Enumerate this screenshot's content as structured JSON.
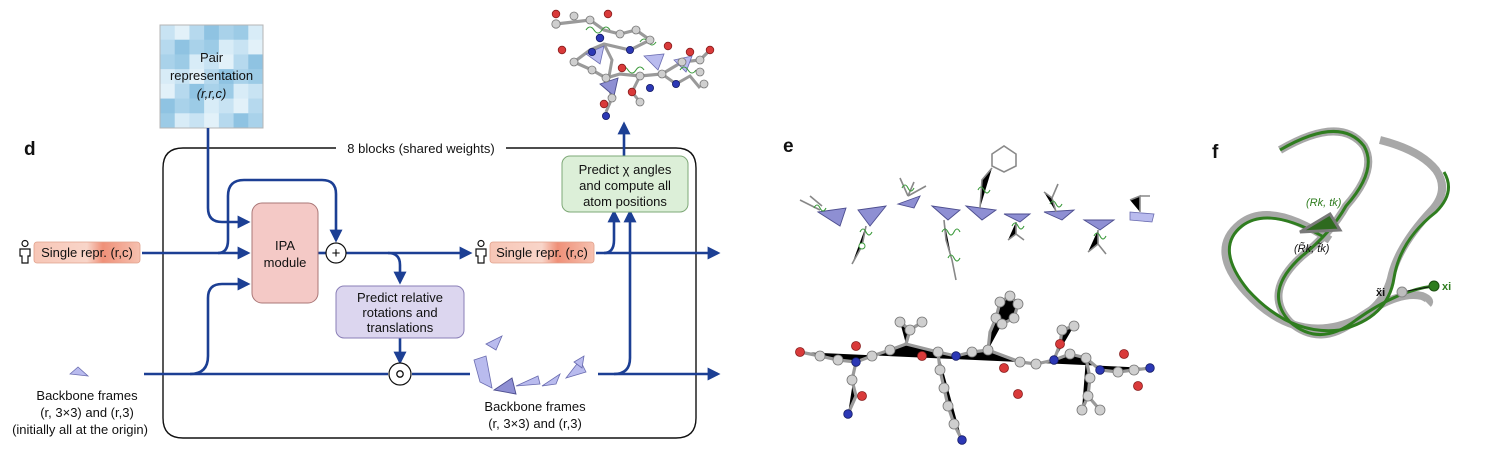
{
  "panels": {
    "d": "d",
    "e": "e",
    "f": "f"
  },
  "pair_repr": {
    "line1": "Pair",
    "line2": "representation",
    "line3": "(r,r,c)"
  },
  "blocks_label": "8 blocks (shared weights)",
  "single_repr_in": "Single repr. (r,c)",
  "single_repr_out": "Single repr. (r,c)",
  "ipa": {
    "line1": "IPA",
    "line2": "module"
  },
  "plus_symbol": "+",
  "circ_symbol": "∘",
  "predict_rel": {
    "line1": "Predict relative",
    "line2": "rotations and",
    "line3": "translations"
  },
  "predict_chi": {
    "line1": "Predict χ angles",
    "line2": "and compute all",
    "line3": "atom positions"
  },
  "backbone_in": {
    "line1": "Backbone frames",
    "line2": "(r, 3×3) and (r,3)",
    "line3": "(initially all at the origin)"
  },
  "backbone_out": {
    "line1": "Backbone frames",
    "line2": "(r, 3×3) and (r,3)"
  },
  "panel_f": {
    "frame_green": "(Rk, tk)",
    "frame_gray": "(R̃k, t̃k)",
    "point_gray": "x̃i",
    "point_green": "xi"
  },
  "colors": {
    "arrow": "#1c3f94",
    "ipa_box": "#f4c9c6",
    "predict_rel_box": "#dcd6ef",
    "predict_chi_box": "#dcefd8",
    "single_repr": "#f2a68d",
    "pair_blue": "#8fc3e2",
    "green_curve": "#2f7d1f",
    "gray_curve": "#a8a8a8"
  }
}
